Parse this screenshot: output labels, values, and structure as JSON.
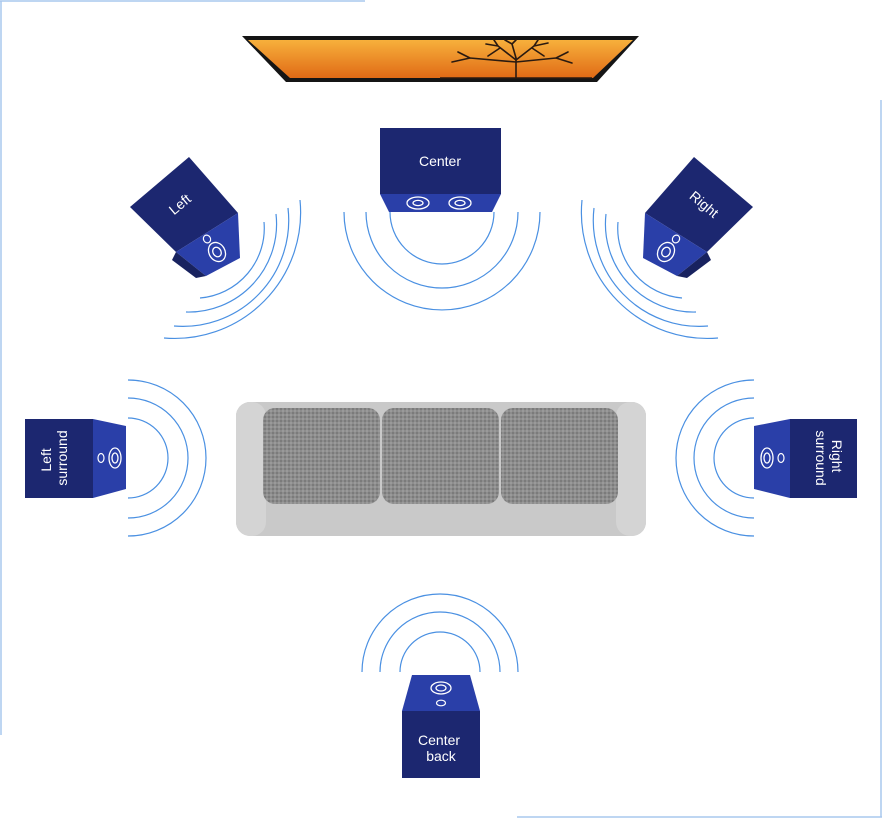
{
  "speakers": {
    "center": {
      "label": "Center"
    },
    "left": {
      "label": "Left"
    },
    "right": {
      "label": "Right"
    },
    "left_surround": {
      "label_line1": "Left",
      "label_line2": "surround"
    },
    "right_surround": {
      "label_line1": "Right",
      "label_line2": "surround"
    },
    "center_back": {
      "label_line1": "Center",
      "label_line2": "back"
    }
  },
  "colors": {
    "speaker_front": "#1c2770",
    "speaker_side": "#2a3fa8",
    "speaker_side_light": "#3554c6",
    "wave": "#4a90e2",
    "frame": "#a9c8ee",
    "sofa_frame": "#c9c9c9",
    "sofa_cushion": "#8a8a8a",
    "tv_sky_top": "#f7b03c",
    "tv_sky_bottom": "#e06a16"
  },
  "icons": [
    "tv-icon",
    "sofa-icon",
    "speaker-icon"
  ]
}
